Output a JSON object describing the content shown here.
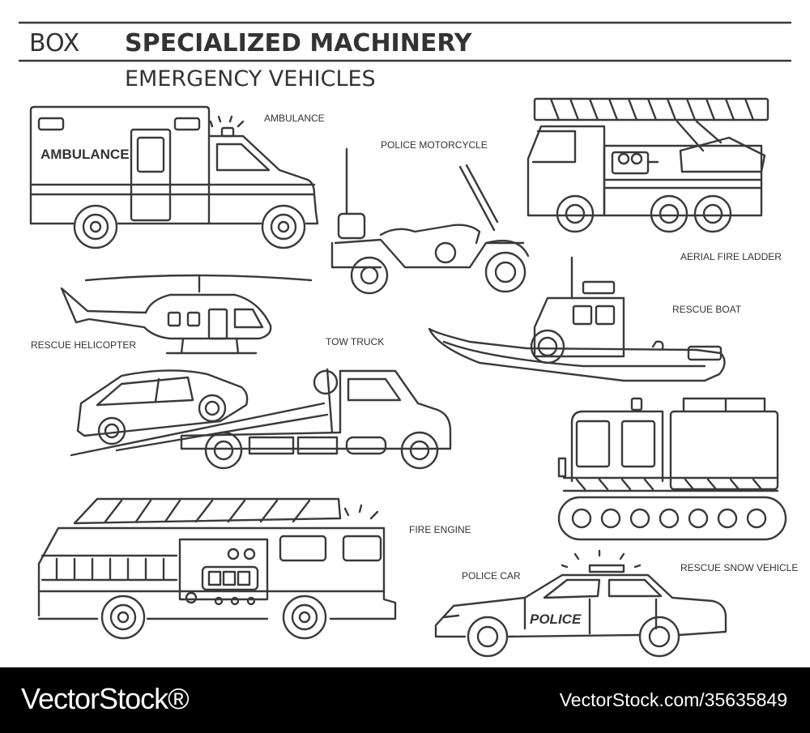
{
  "header": {
    "box_label": "BOX",
    "title": "SPECIALIZED MACHINERY",
    "subtitle": "EMERGENCY VEHICLES"
  },
  "vehicles": {
    "ambulance": {
      "label": "AMBULANCE",
      "side_text": "AMBULANCE"
    },
    "police_motorcycle": {
      "label": "POLICE MOTORCYCLE"
    },
    "aerial_fire_ladder": {
      "label": "AERIAL FIRE LADDER"
    },
    "rescue_helicopter": {
      "label": "RESCUE HELICOPTER"
    },
    "tow_truck": {
      "label": "TOW TRUCK"
    },
    "rescue_boat": {
      "label": "RESCUE BOAT"
    },
    "fire_engine": {
      "label": "FIRE ENGINE"
    },
    "rescue_snow_vehicle": {
      "label": "RESCUE SNOW VEHICLE"
    },
    "police_car": {
      "label": "POLICE CAR",
      "side_text": "POLICE"
    }
  },
  "footer": {
    "brand": "VectorStock®",
    "credit": "VectorStock.com/35635849"
  },
  "colors": {
    "line": "#3a3a3a",
    "background": "#ffffff",
    "footer_bg": "#000000",
    "footer_text": "#ffffff"
  }
}
